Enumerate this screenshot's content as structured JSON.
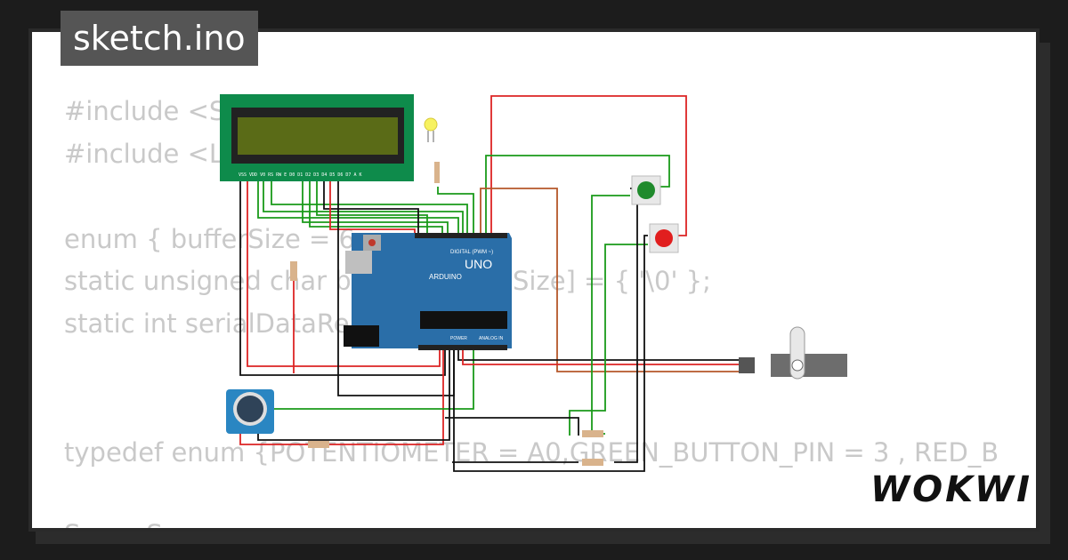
{
  "app": {
    "file_name": "sketch.ino",
    "brand": "WOKWI"
  },
  "code_lines": [
    "#include <Se",
    "#include <Li",
    "",
    "enum { bufferSize = 6",
    "static unsigned char b",
    "static int serialDataRe",
    "",
    "",
    "typedef enum {POTENTIOMETER = A0,GREEN_BUTTON_PIN = 3 , RED_B",
    "",
    "Servo Servo..."
  ],
  "code_fragments": {
    "line5_right": "Size] = { '\\0' };"
  },
  "components": {
    "arduino": {
      "label": "UNO",
      "sublabel": "ARDUINO",
      "digital": "DIGITAL (PWM ~)",
      "power": "POWER",
      "analog": "ANALOG IN"
    },
    "lcd": {
      "pins": "VSS VDD V0 RS RW E D0 D1 D2 D3 D4 D5 D6 D7 A K"
    },
    "green_button": {
      "color": "#1f8a2c"
    },
    "red_button": {
      "color": "#e11e1e"
    },
    "led": {
      "color": "#f7f260"
    },
    "servo": {
      "color": "#6d6d6d"
    },
    "potentiometer": {
      "color": "#2a86c2"
    }
  },
  "colors": {
    "wire_green": "#1a9a1a",
    "wire_red": "#dc2424",
    "wire_black": "#111111",
    "wire_brown": "#b5582a",
    "board_blue": "#2a6ea8",
    "lcd_green": "#0e8b4b"
  }
}
